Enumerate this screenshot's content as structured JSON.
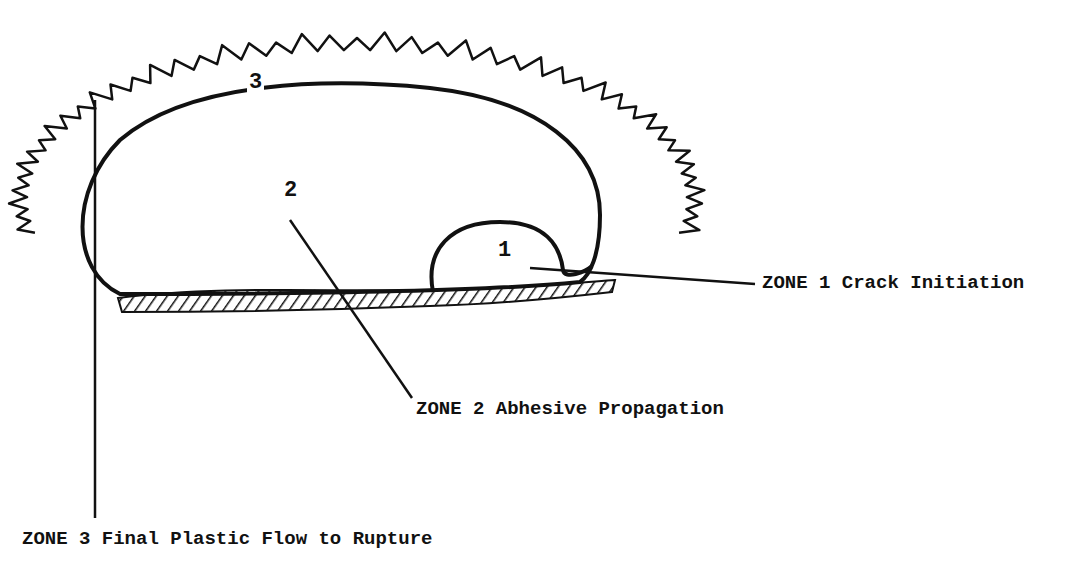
{
  "diagram": {
    "labels": [
      "3",
      "2",
      "1",
      "ZONE 1 Crack Initiation",
      "ZONE 2 Abhesive Propagation",
      "ZONE 3 Final Plastic Flow to Rupture"
    ]
  }
}
